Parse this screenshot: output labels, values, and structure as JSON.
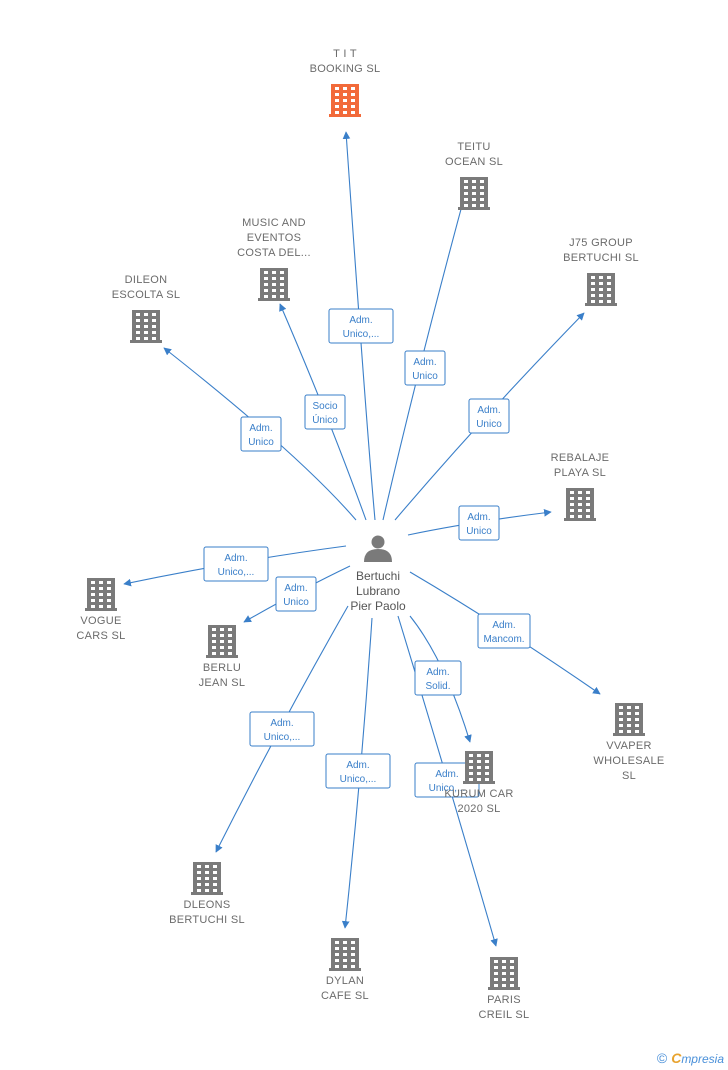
{
  "center": {
    "lines": [
      "Bertuchi",
      "Lubrano",
      "Pier Paolo"
    ]
  },
  "colors": {
    "edge": "#3a7fc9",
    "building": "#7a7a7a",
    "highlight": "#f26a3a",
    "person": "#7a7a7a"
  },
  "nodes": [
    {
      "id": "tit",
      "lines": [
        "T I T",
        "BOOKING  SL"
      ],
      "highlight": true,
      "label_pos": "above"
    },
    {
      "id": "teitu",
      "lines": [
        "TEITU",
        "OCEAN  SL"
      ],
      "label_pos": "above"
    },
    {
      "id": "music",
      "lines": [
        "MUSIC AND",
        "EVENTOS",
        "COSTA DEL..."
      ],
      "label_pos": "above"
    },
    {
      "id": "j75",
      "lines": [
        "J75 GROUP",
        "BERTUCHI  SL"
      ],
      "label_pos": "above"
    },
    {
      "id": "dileon",
      "lines": [
        "DILEON",
        "ESCOLTA  SL"
      ],
      "label_pos": "above"
    },
    {
      "id": "rebalaje",
      "lines": [
        "REBALAJE",
        "PLAYA SL"
      ],
      "label_pos": "above"
    },
    {
      "id": "vogue",
      "lines": [
        "VOGUE",
        "CARS SL"
      ],
      "label_pos": "below"
    },
    {
      "id": "berlu",
      "lines": [
        "BERLU",
        "JEAN SL"
      ],
      "label_pos": "below"
    },
    {
      "id": "vvaper",
      "lines": [
        "VVAPER",
        "WHOLESALE",
        "SL"
      ],
      "label_pos": "below"
    },
    {
      "id": "kurum",
      "lines": [
        "KURUM CAR",
        "2020 SL"
      ],
      "label_pos": "below"
    },
    {
      "id": "dleons",
      "lines": [
        "DLEONS",
        "BERTUCHI  SL"
      ],
      "label_pos": "below"
    },
    {
      "id": "dylan",
      "lines": [
        "DYLAN",
        "CAFE  SL"
      ],
      "label_pos": "below"
    },
    {
      "id": "paris",
      "lines": [
        "PARIS",
        "CREIL  SL"
      ],
      "label_pos": "below"
    }
  ],
  "edges": [
    {
      "to": "tit",
      "lines": [
        "Adm.",
        "Unico,..."
      ]
    },
    {
      "to": "teitu",
      "lines": [
        "Adm.",
        "Unico"
      ]
    },
    {
      "to": "music",
      "lines": [
        "Socio",
        "Único"
      ]
    },
    {
      "to": "j75",
      "lines": [
        "Adm.",
        "Unico"
      ]
    },
    {
      "to": "dileon",
      "lines": [
        "Adm.",
        "Unico"
      ]
    },
    {
      "to": "rebalaje",
      "lines": [
        "Adm.",
        "Unico"
      ]
    },
    {
      "to": "vogue",
      "lines": [
        "Adm.",
        "Unico,..."
      ]
    },
    {
      "to": "berlu",
      "lines": [
        "Adm.",
        "Unico"
      ]
    },
    {
      "to": "vvaper",
      "lines": [
        "Adm.",
        "Mancom."
      ]
    },
    {
      "to": "kurum",
      "lines": [
        "Adm.",
        "Solid."
      ]
    },
    {
      "to": "dleons",
      "lines": [
        "Adm.",
        "Unico,..."
      ]
    },
    {
      "to": "dylan",
      "lines": [
        "Adm.",
        "Unico,..."
      ]
    },
    {
      "to": "paris",
      "lines": [
        "Adm.",
        "Unico,..."
      ]
    }
  ],
  "footer": {
    "copyright": "©",
    "brand_initial": "C",
    "brand_rest": "mpresia"
  }
}
